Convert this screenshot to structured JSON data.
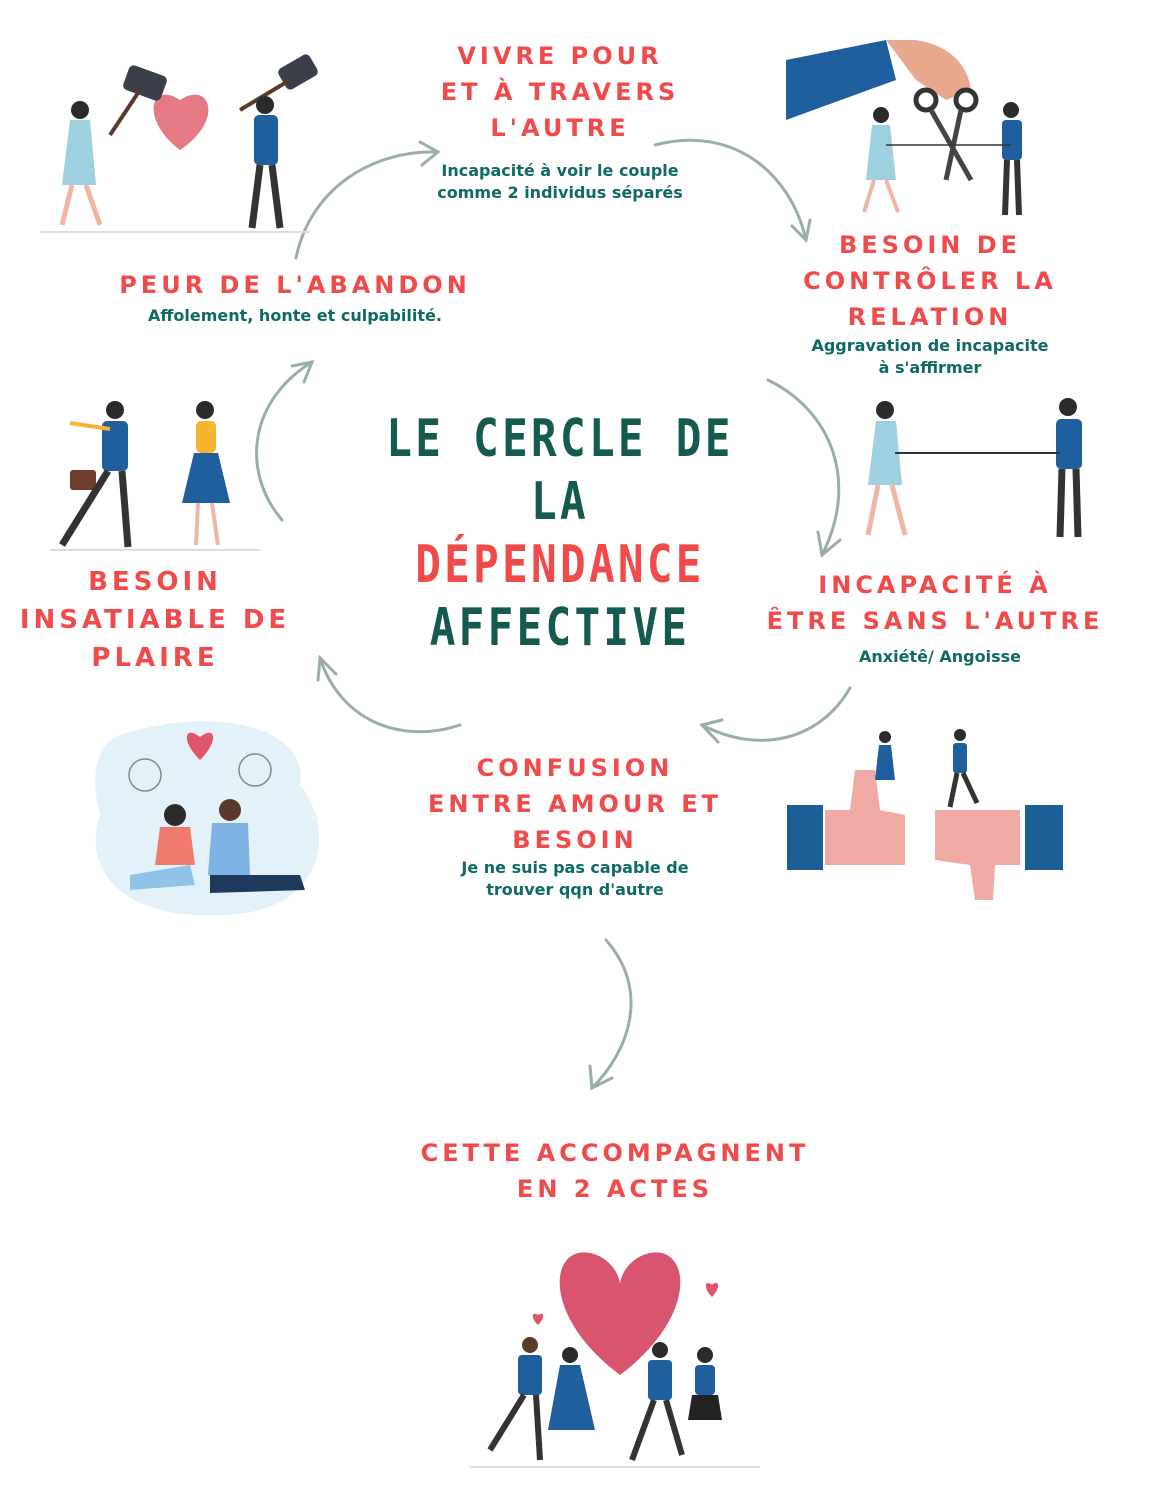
{
  "title": {
    "line1": "LE CERCLE DE LA",
    "line2": "DÉPENDANCE",
    "line3": "AFFECTIVE"
  },
  "steps": [
    {
      "heading": [
        "VIVRE POUR",
        "ET À TRAVERS",
        "L'AUTRE"
      ],
      "sub": [
        "Incapacité à voir le couple",
        "comme 2 individus séparés"
      ]
    },
    {
      "heading": [
        "BESOIN DE",
        "CONTRÔLER LA",
        "RELATION"
      ],
      "sub": [
        "Aggravation de incapacite",
        "à  s'affirmer"
      ]
    },
    {
      "heading": [
        "INCAPACITÉ À",
        "ÊTRE SANS L'AUTRE"
      ],
      "sub": [
        "Anxiétê/ Angoisse"
      ]
    },
    {
      "heading": [
        "CONFUSION",
        "ENTRE AMOUR ET",
        "BESOIN"
      ],
      "sub": [
        "Je ne suis pas capable de",
        "trouver qqn d'autre"
      ]
    },
    {
      "heading": [
        "BESOIN",
        "INSATIABLE DE",
        "PLAIRE"
      ],
      "sub": []
    },
    {
      "heading": [
        "PEUR DE L'ABANDON"
      ],
      "sub": [
        "Affolement, honte et culpabilité."
      ]
    }
  ],
  "conclusion": {
    "heading": [
      "CETTE ACCOMPAGNENT",
      "EN 2 ACTES"
    ]
  },
  "colors": {
    "accent": "#f04a4a",
    "teal": "#0e6a62",
    "arrow": "#9aaea4",
    "blue": "#1f5f9e",
    "heart": "#d9546e"
  }
}
